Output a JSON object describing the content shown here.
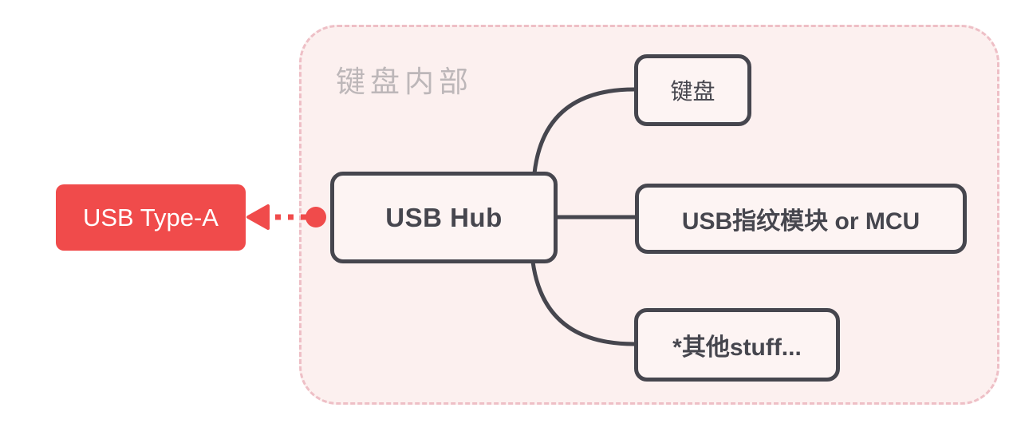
{
  "diagram": {
    "group": {
      "title": "键盘内部"
    },
    "external_node": {
      "label": "USB Type-A"
    },
    "hub_node": {
      "label": "USB Hub"
    },
    "children": [
      {
        "label": "键盘"
      },
      {
        "label": "USB指纹模块 or MCU"
      },
      {
        "label": "*其他stuff..."
      }
    ],
    "connection": {
      "style": "dotted-arrow",
      "direction": "hub-to-usb-type-a"
    }
  },
  "colors": {
    "accent_red": "#f04b4b",
    "node_border": "#46464e",
    "node_fill": "#fdf4f3",
    "node_text": "#46464e",
    "container_fill": "#fcf0ef",
    "container_border": "#eebfc6",
    "title_color": "#bdb7b9",
    "page_bg": "#ffffff"
  }
}
